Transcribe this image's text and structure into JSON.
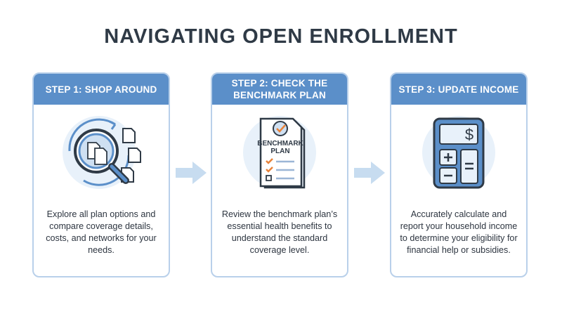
{
  "title": "NAVIGATING OPEN ENROLLMENT",
  "steps": [
    {
      "heading": "STEP 1: SHOP AROUND",
      "icon": "magnifier-documents-icon",
      "description": "Explore all plan options and compare coverage details, costs, and networks for your needs."
    },
    {
      "heading": "STEP 2: CHECK THE BENCHMARK PLAN",
      "icon": "benchmark-document-icon",
      "icon_text_1": "BENCHMARK",
      "icon_text_2": "PLAN",
      "description": "Review the benchmark plan’s essential health benefits to understand the standard coverage level."
    },
    {
      "heading": "STEP 3: UPDATE INCOME",
      "icon": "calculator-dollar-icon",
      "icon_symbol": "$",
      "description": "Accurately calculate and report your household income to determine your eligibility for financial help or subsidies."
    }
  ],
  "colors": {
    "header": "#5b8fc9",
    "border": "#b9d0ea",
    "circle_bg": "#e8f1fa",
    "arrow": "#c7dcf0",
    "check": "#e8833a",
    "icon_stroke": "#2f3a46"
  }
}
